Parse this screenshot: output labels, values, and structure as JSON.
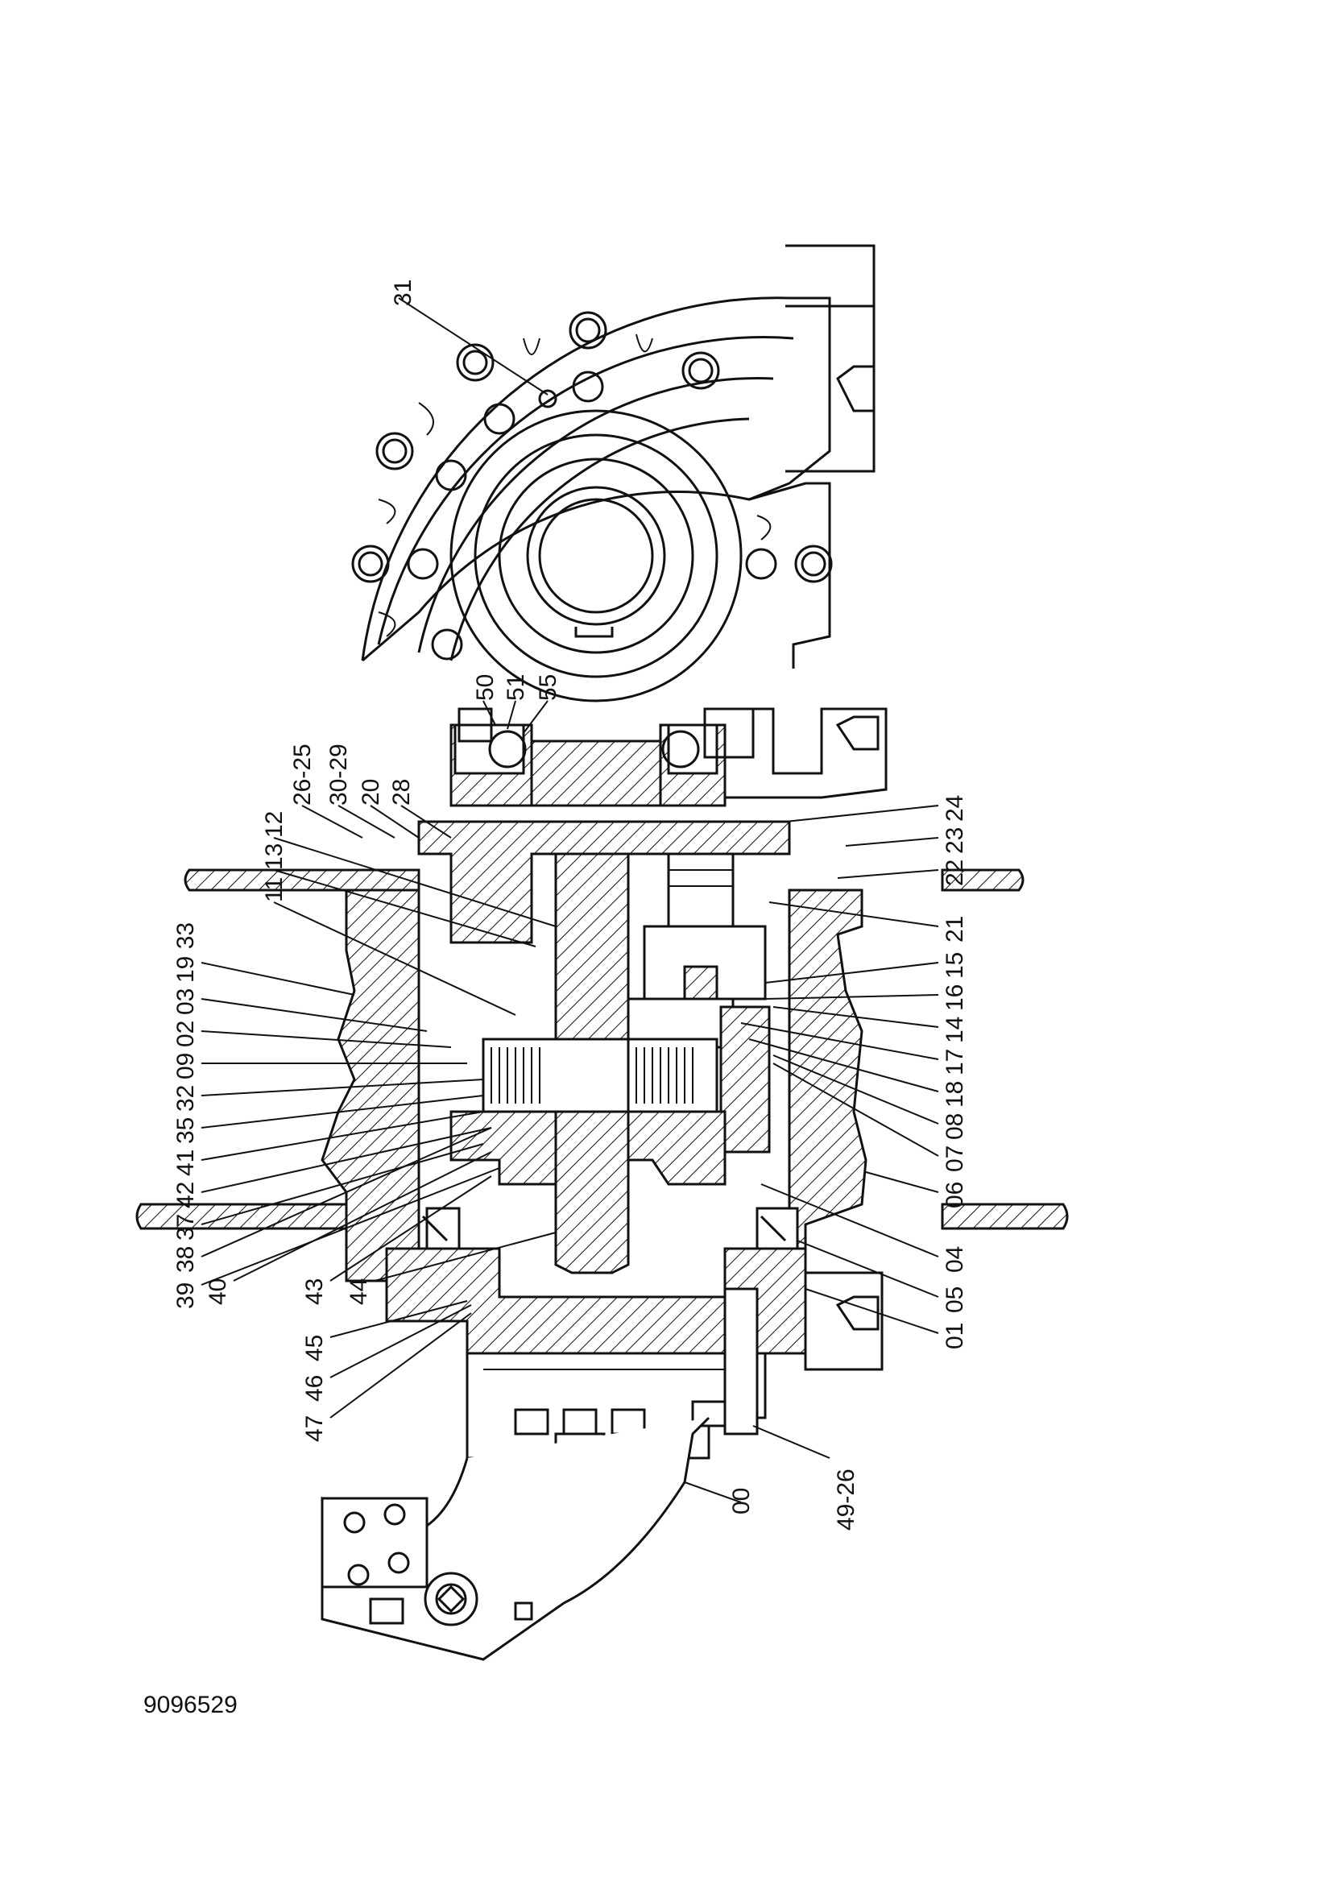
{
  "drawing_number": "9096529",
  "part_labels": {
    "l31": "31",
    "l50": "50",
    "l51": "51",
    "l55": "55",
    "l26_25": "26-25",
    "l30_29": "30-29",
    "l20": "20",
    "l28": "28",
    "l12": "12",
    "l13": "13",
    "l11": "11",
    "l19_33": "19 33",
    "l03": "03",
    "l02": "02",
    "l09": "09",
    "l32": "32",
    "l35": "35",
    "l41": "41",
    "l42": "42",
    "l37": "37",
    "l38": "38",
    "l40": "40",
    "l39": "39",
    "l43": "43",
    "l44": "44",
    "l45": "45",
    "l46": "46",
    "l47": "47",
    "l00": "00",
    "l49_26": "49-26",
    "l24": "24",
    "l23": "23",
    "l22": "22",
    "l21": "21",
    "l15": "15",
    "l16": "16",
    "l14": "14",
    "l17": "17",
    "l18": "18",
    "l08": "08",
    "l07": "07",
    "l06": "06",
    "l04": "04",
    "l05": "05",
    "l01": "01"
  }
}
